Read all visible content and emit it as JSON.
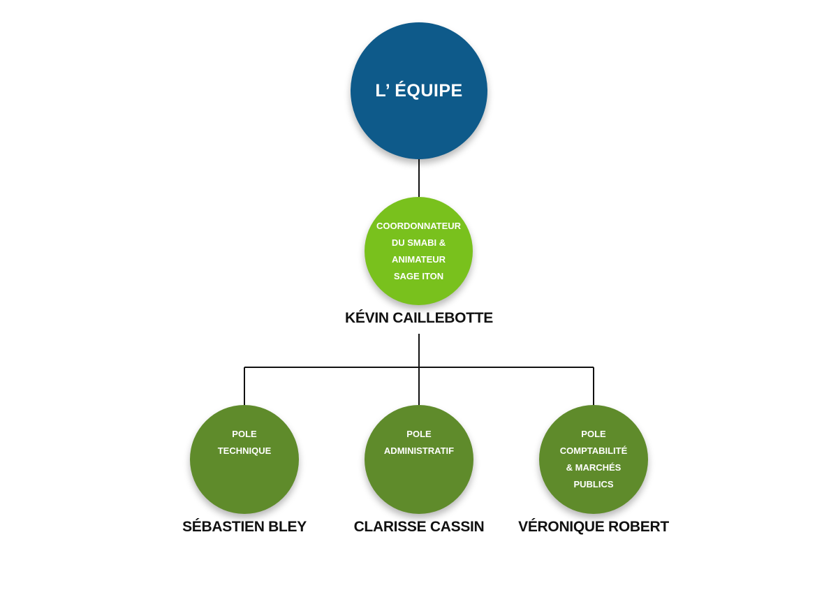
{
  "org_chart": {
    "root": {
      "label": "L’ ÉQUIPE",
      "color": "#0e5a8a"
    },
    "coordinator": {
      "role": "COORDONNATEUR\nDU SMABI &\nANIMATEUR\nSAGE ITON",
      "name": "KÉVIN CAILLEBOTTE",
      "color": "#79c11d"
    },
    "poles": [
      {
        "role": "POLE\nTECHNIQUE",
        "name": "SÉBASTIEN BLEY",
        "color": "#5f8b2b"
      },
      {
        "role": "POLE\nADMINISTRATIF",
        "name": "CLARISSE CASSIN",
        "color": "#5f8b2b"
      },
      {
        "role": "POLE\nCOMPTABILITÉ\n& MARCHÉS PUBLICS",
        "name": "VÉRONIQUE ROBERT",
        "color": "#5f8b2b"
      }
    ],
    "connector_color": "#111111"
  }
}
